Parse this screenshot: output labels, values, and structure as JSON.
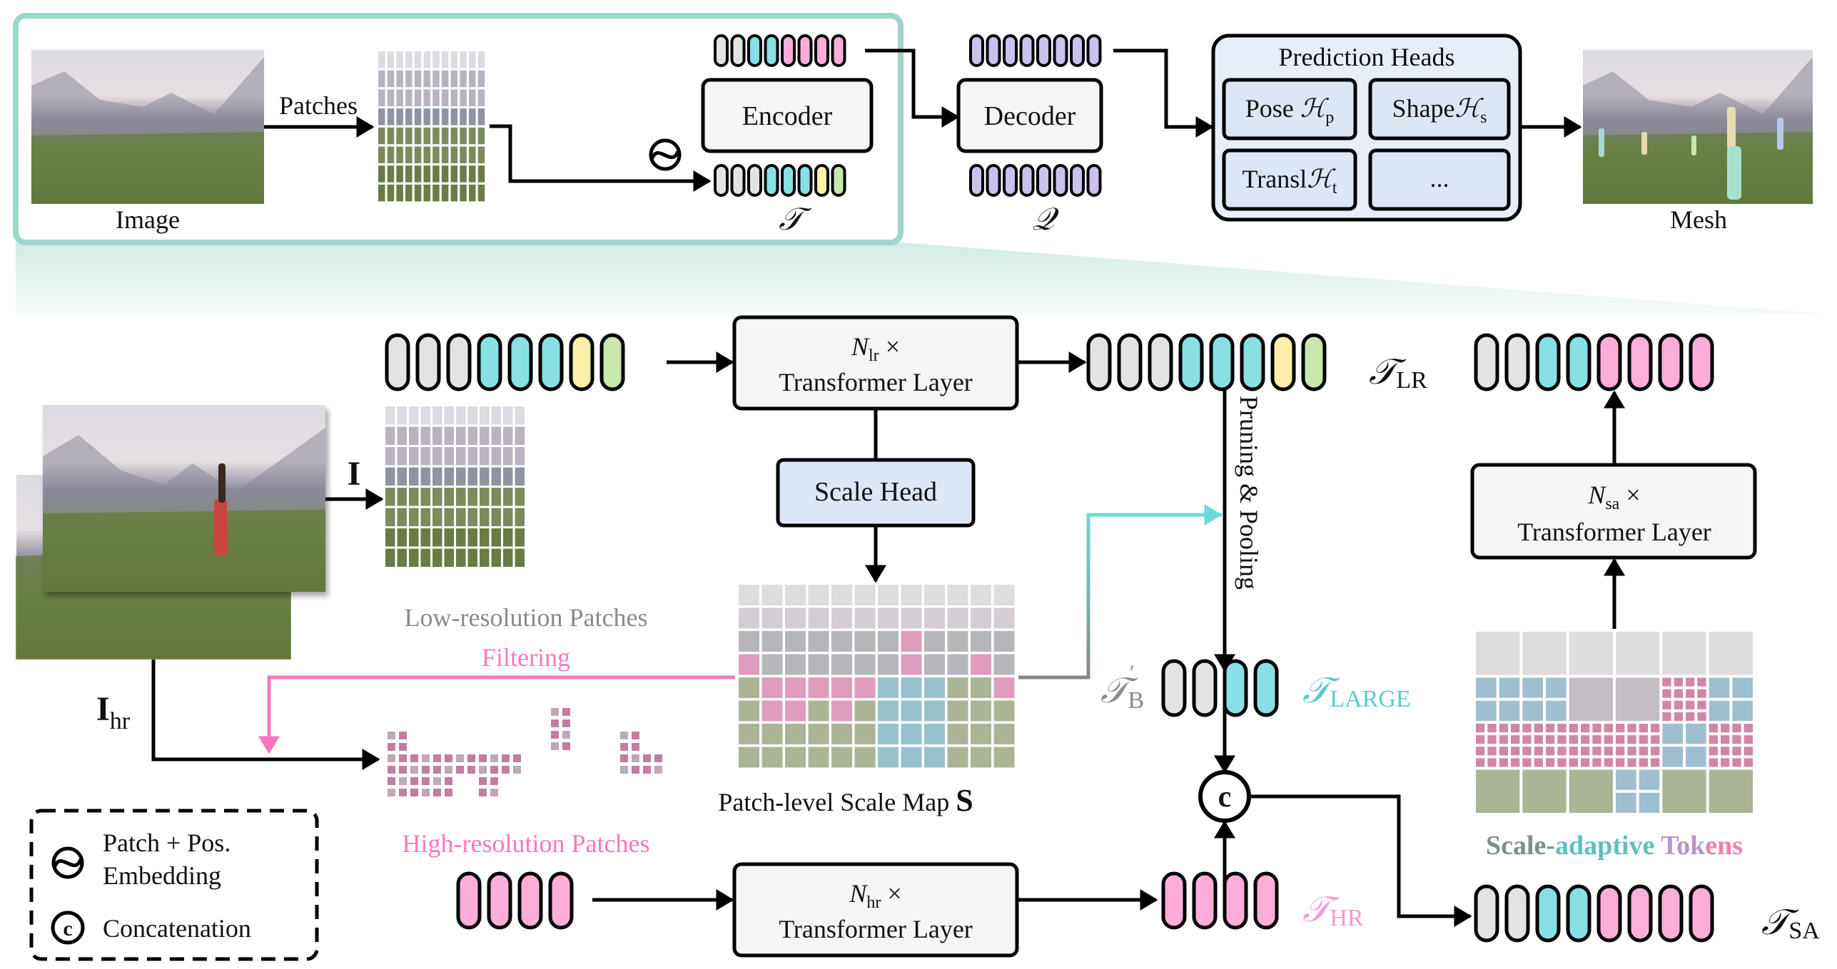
{
  "colors": {
    "gray_token": "#e3e3e3",
    "cyan_token": "#88dfe4",
    "pink_token": "#fdaed8",
    "yellow_token": "#fdeeaa",
    "green_token": "#c9e6ab",
    "purple_token": "#cbc1ec",
    "highlight_frame": "#9dd7cb",
    "filtering_pink": "#f778bd",
    "large_cyan": "#5fc8c8",
    "hr_pink": "#f39ad1",
    "gray_label": "#8a8a8a",
    "scale_head_fill": "#dde6f4"
  },
  "top": {
    "image_label": "Image",
    "patches_arrow_label": "Patches",
    "encoder_label": "Encoder",
    "decoder_label": "Decoder",
    "tokens_symbol": "𝒯",
    "queries_symbol": "𝒬",
    "encoder_out_tokens": [
      "gray",
      "gray",
      "cyan",
      "cyan",
      "pink",
      "pink",
      "pink",
      "pink"
    ],
    "encoder_in_tokens": [
      "gray",
      "gray",
      "gray",
      "cyan",
      "cyan",
      "cyan",
      "yellow",
      "green"
    ],
    "query_tokens_top": [
      "purple",
      "purple",
      "purple",
      "purple",
      "purple",
      "purple",
      "purple",
      "purple"
    ],
    "query_tokens_bottom": [
      "purple",
      "purple",
      "purple",
      "purple",
      "purple",
      "purple",
      "purple",
      "purple"
    ],
    "prediction_heads": {
      "title": "Prediction Heads",
      "pose": "Pose ",
      "pose_sym": "ℋ",
      "pose_sub": "p",
      "shape": "Shape",
      "shape_sym": "ℋ",
      "shape_sub": "s",
      "transl": "Transl",
      "transl_sym": "ℋ",
      "transl_sub": "t",
      "more": "..."
    },
    "mesh_label": "Mesh"
  },
  "detail": {
    "input_tokens": [
      "gray",
      "gray",
      "gray",
      "cyan",
      "cyan",
      "cyan",
      "yellow",
      "green"
    ],
    "lr_layer": {
      "n": "N",
      "sub": "lr",
      "times": " ×",
      "title": "Transformer Layer"
    },
    "lr_out_tokens": [
      "gray",
      "gray",
      "gray",
      "cyan",
      "cyan",
      "cyan",
      "yellow",
      "green"
    ],
    "lr_out_symbol": "𝒯",
    "lr_out_sub": "LR",
    "image_symbol": "I",
    "hr_image_symbol": "I",
    "hr_image_sub": "hr",
    "low_res_label": "Low-resolution Patches",
    "scale_head_label": "Scale Head",
    "pruning_label": "Pruning & Pooling",
    "filtering_label": "Filtering",
    "scale_map_label": "Patch-level Scale Map ",
    "scale_map_symbol": "S",
    "high_res_label": "High-resolution Patches",
    "b_symbol": "𝒯",
    "b_sub": "B",
    "b_prime": "′",
    "large_tokens": [
      "gray",
      "gray",
      "cyan",
      "cyan"
    ],
    "large_symbol": "𝒯",
    "large_sub": "LARGE",
    "concat_symbol": "c",
    "hr_layer": {
      "n": "N",
      "sub": "hr",
      "times": " ×",
      "title": "Transformer Layer"
    },
    "hr_input_tokens": [
      "pink",
      "pink",
      "pink",
      "pink"
    ],
    "hr_out_tokens": [
      "pink",
      "pink",
      "pink",
      "pink"
    ],
    "hr_symbol": "𝒯",
    "hr_sub": "HR",
    "sa_tokens": [
      "gray",
      "gray",
      "cyan",
      "cyan",
      "pink",
      "pink",
      "pink",
      "pink"
    ],
    "sa_symbol": "𝒯",
    "sa_sub": "SA",
    "sa_layer": {
      "n": "N",
      "sub": "sa",
      "times": " ×",
      "title": "Transformer Layer"
    },
    "final_tokens": [
      "gray",
      "gray",
      "cyan",
      "cyan",
      "pink",
      "pink",
      "pink",
      "pink"
    ],
    "scale_adaptive_label_parts": [
      {
        "text": "Scale-",
        "color": "#7d8f8c"
      },
      {
        "text": "adaptive ",
        "color": "#5ec0bd"
      },
      {
        "text": "Tok",
        "color": "#b894c7"
      },
      {
        "text": "ens",
        "color": "#ee7fae"
      }
    ]
  },
  "legend": {
    "embed_label_line1": "Patch + Pos.",
    "embed_label_line2": "Embedding",
    "concat_label": "Concatenation",
    "concat_glyph": "c"
  }
}
